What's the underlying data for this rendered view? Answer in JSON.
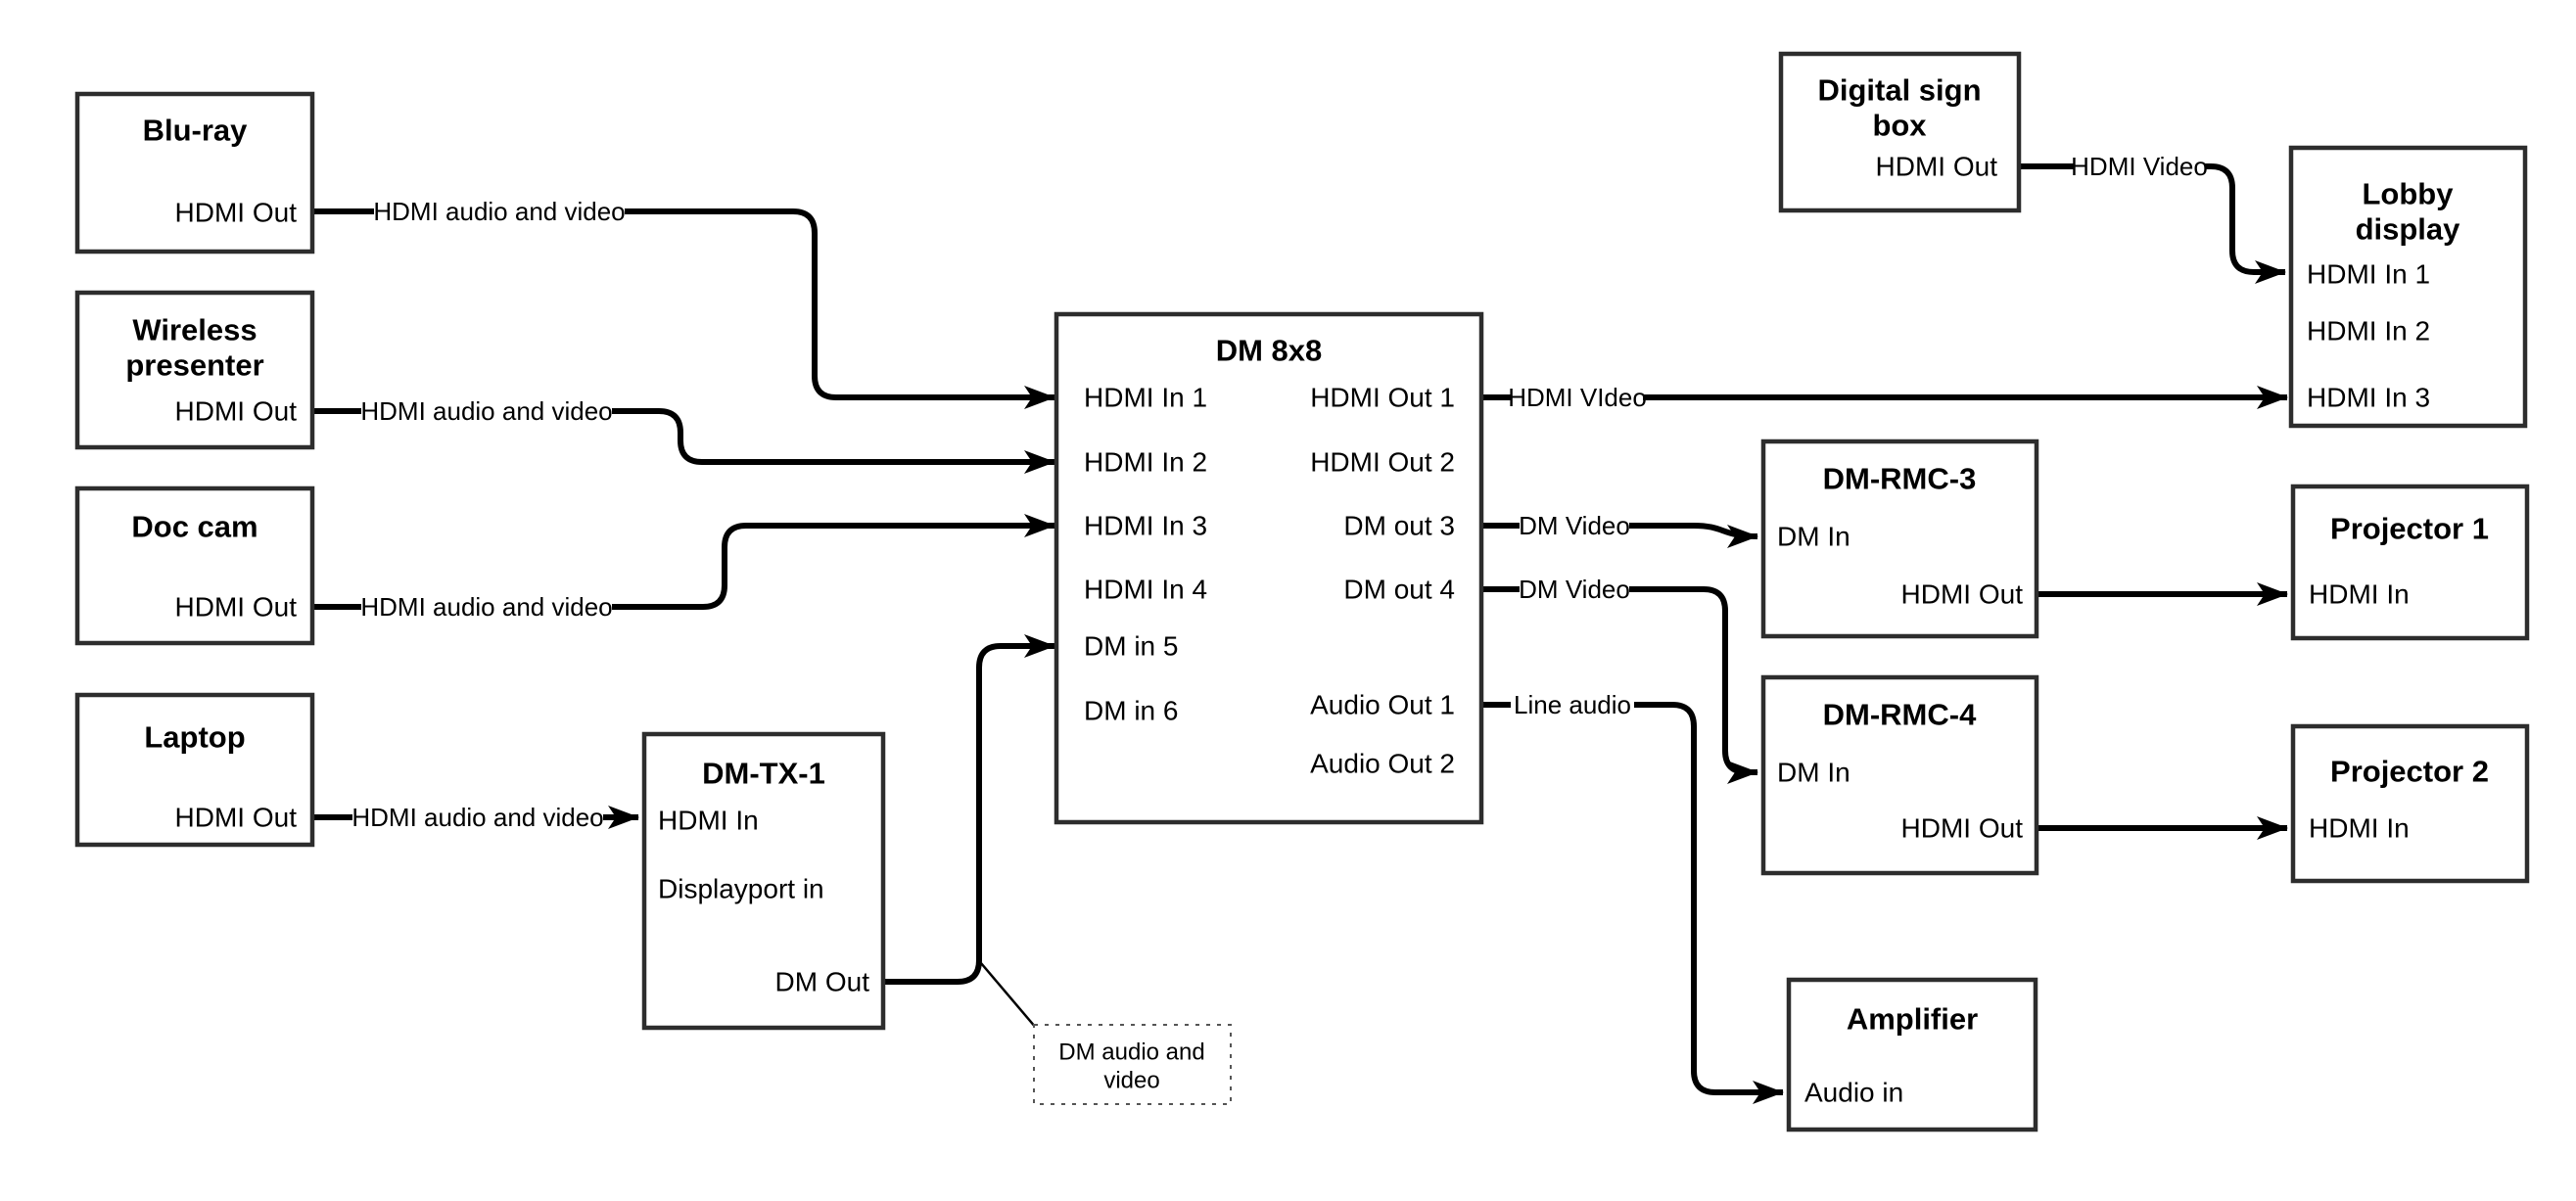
{
  "colors": {
    "background": "#ffffff",
    "line": "#000000",
    "box_border": "#2d2d2d",
    "text": "#000000"
  },
  "nodes": {
    "bluray": {
      "title": "Blu-ray",
      "ports": {
        "out": "HDMI Out"
      }
    },
    "wireless": {
      "title_line1": "Wireless",
      "title_line2": "presenter",
      "ports": {
        "out": "HDMI Out"
      }
    },
    "doccam": {
      "title": "Doc cam",
      "ports": {
        "out": "HDMI Out"
      }
    },
    "laptop": {
      "title": "Laptop",
      "ports": {
        "out": "HDMI Out"
      }
    },
    "dmtx1": {
      "title": "DM-TX-1",
      "ports": {
        "hdmi_in": "HDMI In",
        "dp_in": "Displayport in",
        "dm_out": "DM Out"
      }
    },
    "dm8x8": {
      "title": "DM 8x8",
      "ports": {
        "in1": "HDMI In 1",
        "in2": "HDMI In 2",
        "in3": "HDMI In 3",
        "in4": "HDMI In 4",
        "in5": "DM in 5",
        "in6": "DM in 6",
        "out1": "HDMI Out 1",
        "out2": "HDMI Out 2",
        "out3": "DM out 3",
        "out4": "DM out 4",
        "audio1": "Audio Out 1",
        "audio2": "Audio Out 2"
      }
    },
    "digital_sign": {
      "title_line1": "Digital sign",
      "title_line2": "box",
      "ports": {
        "out": "HDMI Out"
      }
    },
    "lobby": {
      "title_line1": "Lobby",
      "title_line2": "display",
      "ports": {
        "in1": "HDMI In 1",
        "in2": "HDMI In 2",
        "in3": "HDMI In 3"
      }
    },
    "dmrmc3": {
      "title": "DM-RMC-3",
      "ports": {
        "dm_in": "DM In",
        "hdmi_out": "HDMI Out"
      }
    },
    "projector1": {
      "title": "Projector 1",
      "ports": {
        "in": "HDMI In"
      }
    },
    "dmrmc4": {
      "title": "DM-RMC-4",
      "ports": {
        "dm_in": "DM In",
        "hdmi_out": "HDMI Out"
      }
    },
    "projector2": {
      "title": "Projector 2",
      "ports": {
        "in": "HDMI In"
      }
    },
    "amplifier": {
      "title": "Amplifier",
      "ports": {
        "in": "Audio in"
      }
    }
  },
  "connections": {
    "bluray_to_dm8x8_in1": {
      "label": "HDMI audio and video"
    },
    "wireless_to_dm8x8_in2": {
      "label": "HDMI audio and video"
    },
    "doccam_to_dm8x8_in3": {
      "label": "HDMI audio and video"
    },
    "laptop_to_dmtx1": {
      "label": "HDMI audio and video"
    },
    "dmtx1_to_dm8x8_in5": {
      "label": ""
    },
    "dm8x8_out1_to_lobby_in3": {
      "label": "HDMI VIdeo"
    },
    "dm8x8_out3_to_dmrmc3": {
      "label": "DM Video"
    },
    "dm8x8_out4_to_dmrmc4": {
      "label": "DM Video"
    },
    "dm8x8_audio1_to_amplifier": {
      "label": "Line audio"
    },
    "digital_sign_to_lobby_in1": {
      "label": "HDMI Video"
    }
  },
  "note": {
    "line1": "DM audio and",
    "line2": "video"
  }
}
